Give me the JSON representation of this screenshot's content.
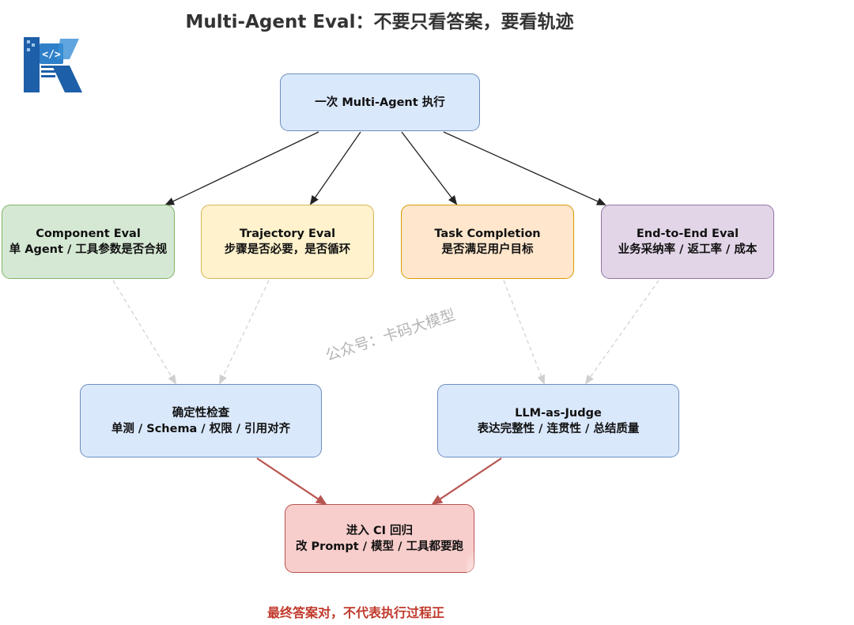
{
  "title": "Multi-Agent Eval：不要只看答案，要看轨迹",
  "nodes": {
    "root": {
      "line1": "一次 Multi-Agent 执行"
    },
    "component": {
      "line1": "Component Eval",
      "line2": "单 Agent / 工具参数是否合规"
    },
    "trajectory": {
      "line1": "Trajectory Eval",
      "line2": "步骤是否必要，是否循环"
    },
    "task": {
      "line1": "Task Completion",
      "line2": "是否满足用户目标"
    },
    "e2e": {
      "line1": "End-to-End Eval",
      "line2": "业务采纳率 / 返工率 / 成本"
    },
    "deterministic": {
      "line1": "确定性检查",
      "line2": "单测 / Schema / 权限 / 引用对齐"
    },
    "judge": {
      "line1": "LLM-as-Judge",
      "line2": "表达完整性 / 连贯性 / 总结质量"
    },
    "ci": {
      "line1": "进入 CI 回归",
      "line2": "改 Prompt / 模型 / 工具都要跑"
    }
  },
  "watermark": "公众号：卡码大模型",
  "footer": "最终答案对，不代表执行过程正",
  "colors": {
    "blue": "#dae8fc",
    "green": "#d5e8d4",
    "yellow": "#fff2cc",
    "orange": "#ffe6cc",
    "purple": "#e1d5e7",
    "red": "#f8cecc",
    "arrow_dark": "#222222",
    "arrow_dashed": "#c8c8c8",
    "arrow_red": "#b85450"
  },
  "logo": {
    "icon": "code-brain-logo",
    "letter": "K"
  }
}
